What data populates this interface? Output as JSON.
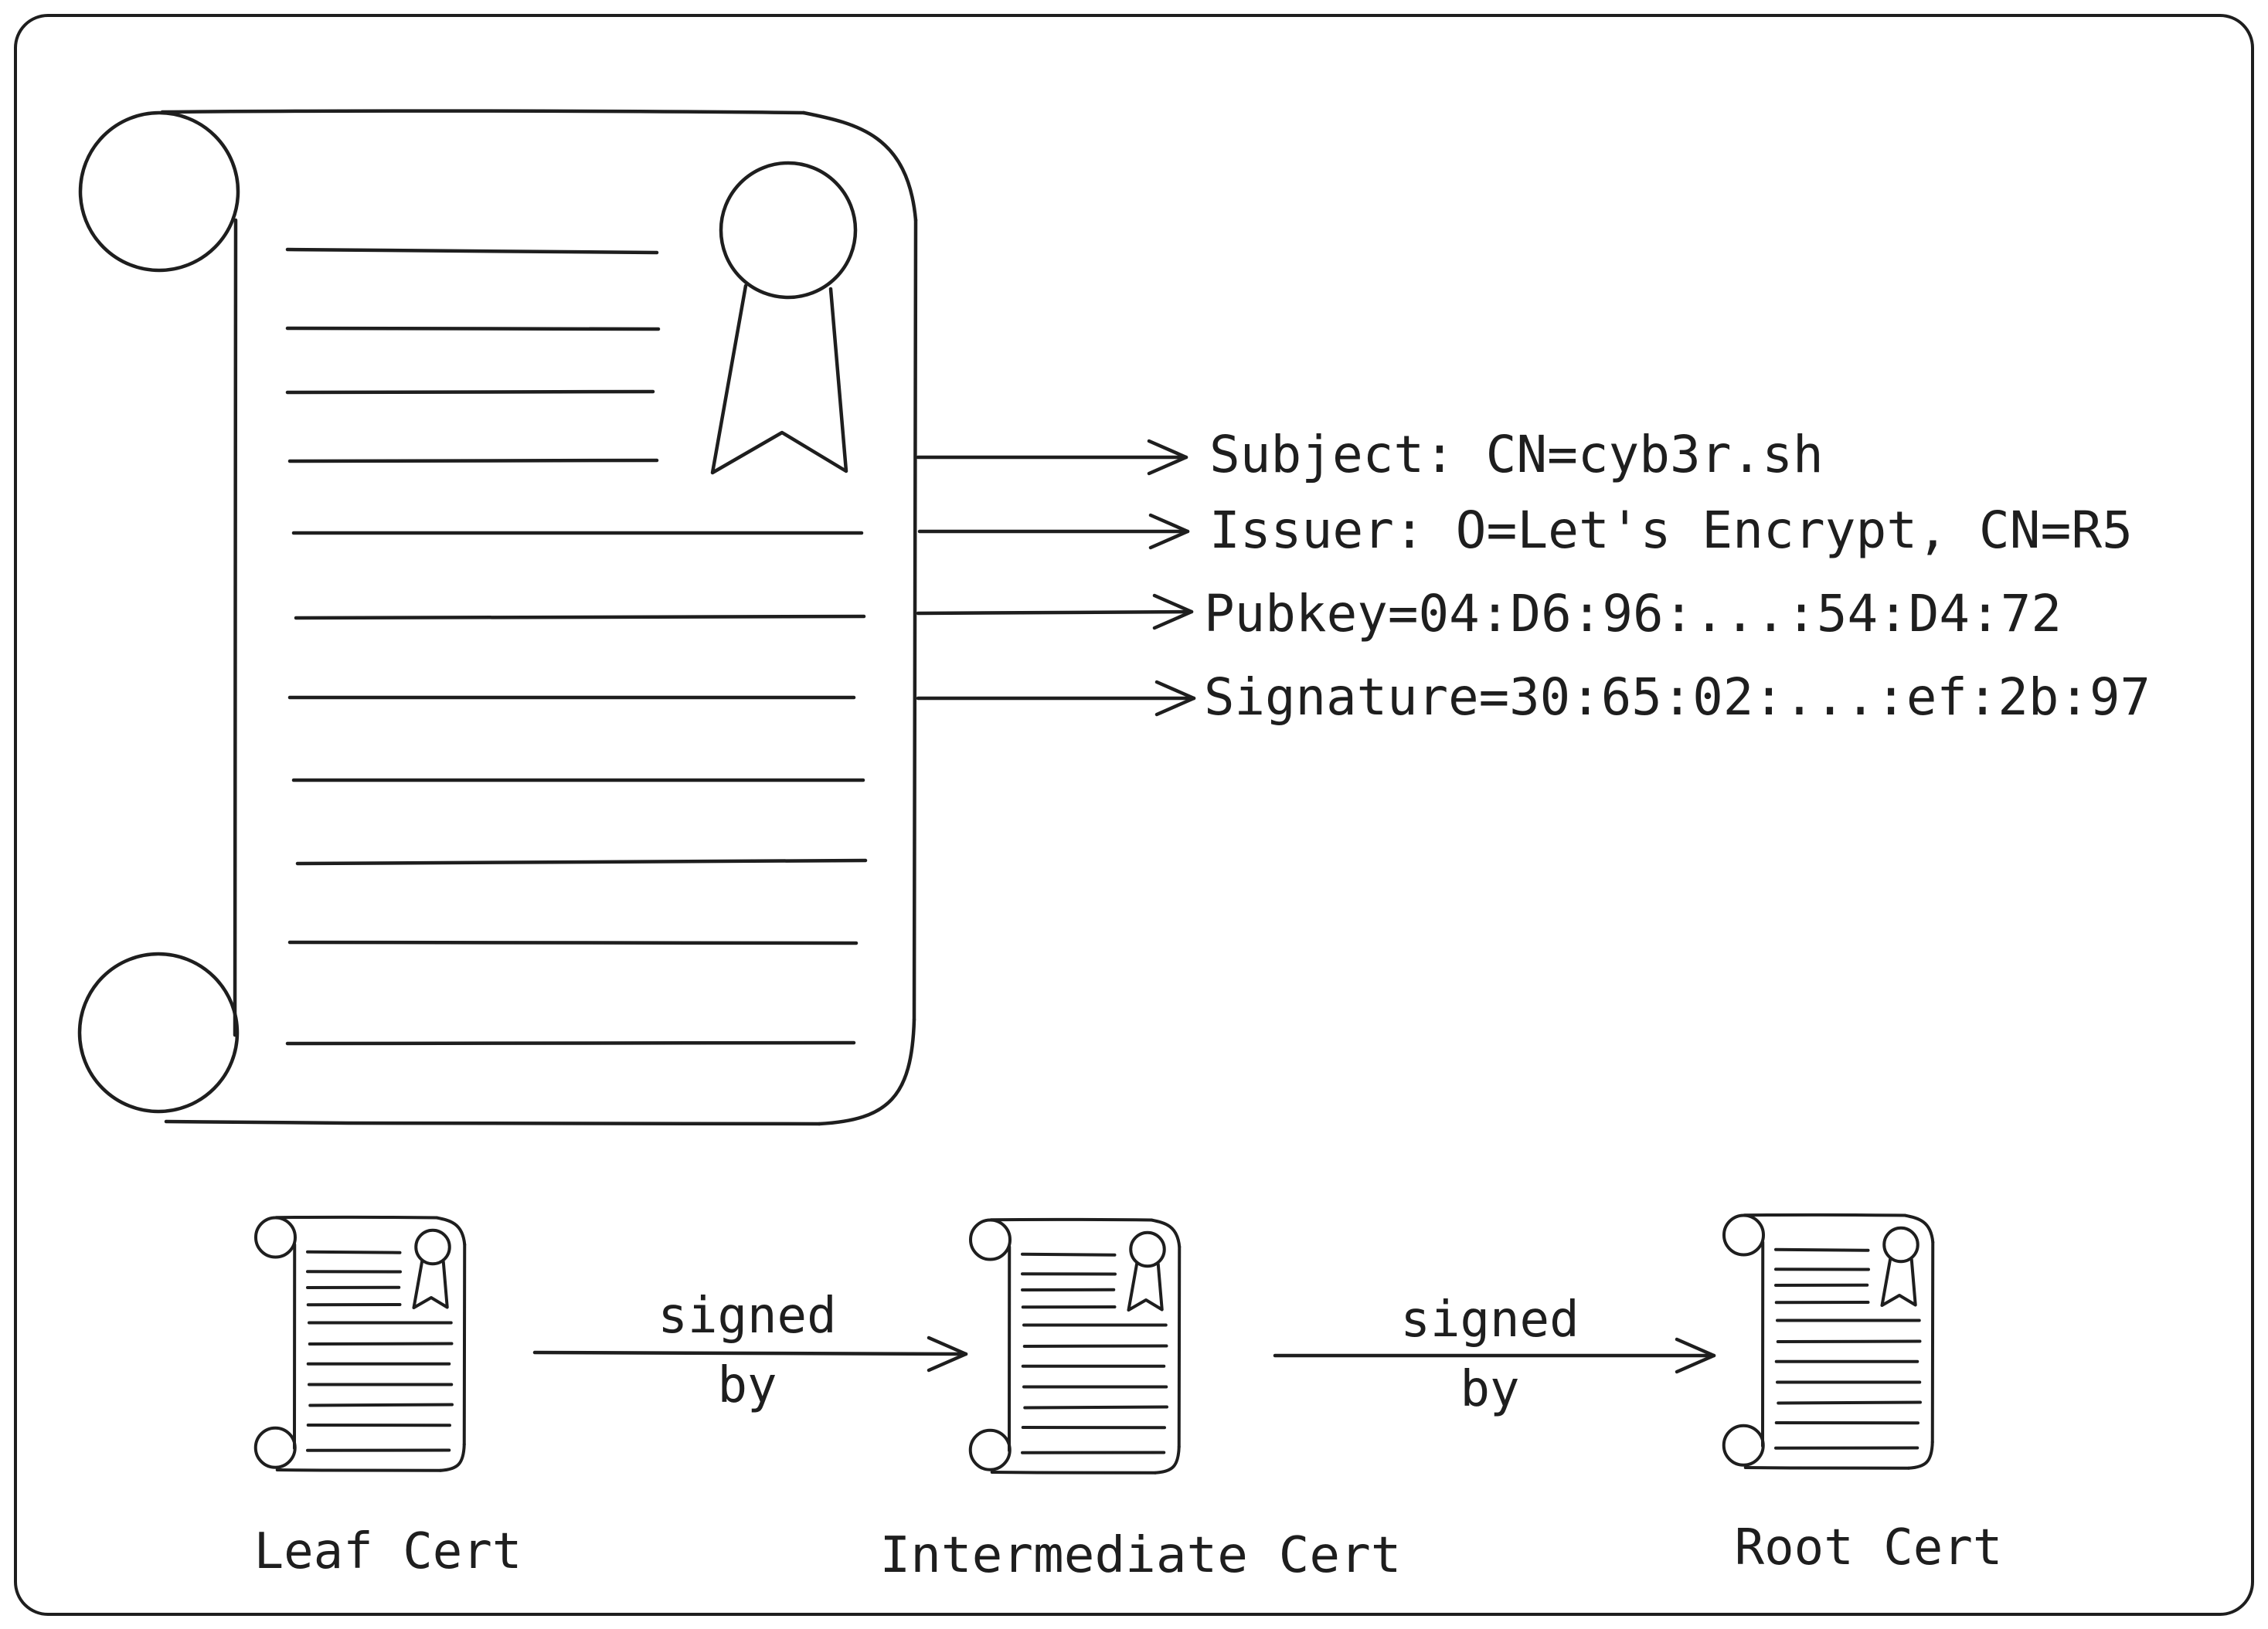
{
  "certificate_fields": [
    "Subject: CN=cyb3r.sh",
    "Issuer: O=Let's Encrypt, CN=R5",
    "Pubkey=04:D6:96:...:54:D4:72",
    "Signature=30:65:02:...:ef:2b:97"
  ],
  "chain": {
    "leaf_label": "Leaf Cert",
    "intermediate_label": "Intermediate Cert",
    "root_label": "Root Cert",
    "edge1": {
      "line1": "signed",
      "line2": "by"
    },
    "edge2": {
      "line1": "signed",
      "line2": "by"
    }
  },
  "colors": {
    "ink": "#1e1e1e",
    "background": "#ffffff"
  }
}
